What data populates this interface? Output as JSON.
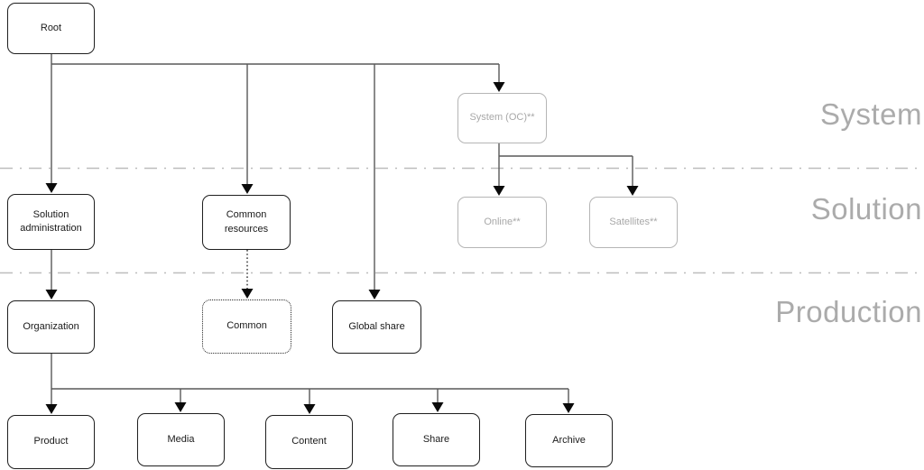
{
  "zones": [
    {
      "label": "System"
    },
    {
      "label": "Solution"
    },
    {
      "label": "Production"
    }
  ],
  "nodes": {
    "root": {
      "label": "Root"
    },
    "system_oc": {
      "label": "System (OC)**"
    },
    "solution_administration": {
      "label": "Solution administration"
    },
    "common_resources": {
      "label": "Common resources"
    },
    "online": {
      "label": "Online**"
    },
    "satellites": {
      "label": "Satellites**"
    },
    "organization": {
      "label": "Organization"
    },
    "common": {
      "label": "Common"
    },
    "global_share": {
      "label": "Global share"
    },
    "product": {
      "label": "Product"
    },
    "media": {
      "label": "Media"
    },
    "content": {
      "label": "Content"
    },
    "share": {
      "label": "Share"
    },
    "archive": {
      "label": "Archive"
    }
  },
  "colors": {
    "node_border": "#1f1f1f",
    "muted_border": "#b5b5b5",
    "muted_text": "#a8a8a8",
    "connector": "#595959",
    "arrowhead": "#0a0a0a",
    "separator": "#bdbdbd",
    "zone_label": "#ababab"
  }
}
